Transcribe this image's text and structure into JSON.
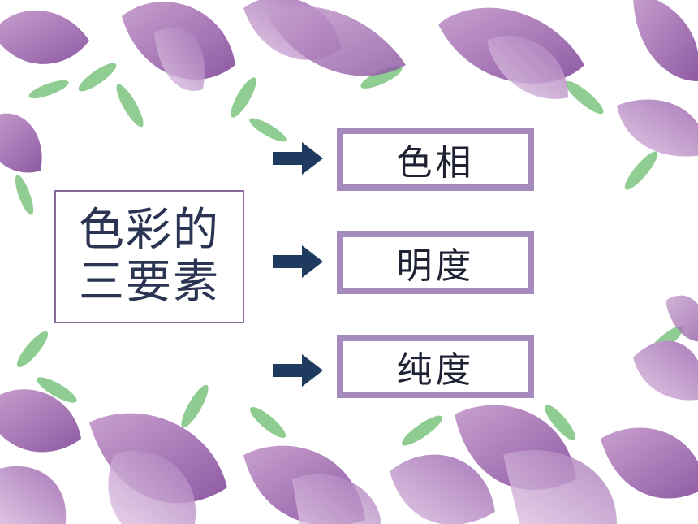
{
  "slide": {
    "title_lines": [
      "色彩的",
      "三要素"
    ],
    "elements": [
      {
        "label": "色相"
      },
      {
        "label": "明度"
      },
      {
        "label": "纯度"
      }
    ],
    "colors": {
      "background": "#ffffff",
      "box_border": "#a58bbd",
      "title_border": "#8a6a9e",
      "arrow": "#1e3a5f",
      "petal_dark": "#8e5aa3",
      "petal_light": "#d9b6dd",
      "leaf": "#6fbf73"
    },
    "decor": {
      "icon": "watercolor-magnolia-border"
    }
  }
}
